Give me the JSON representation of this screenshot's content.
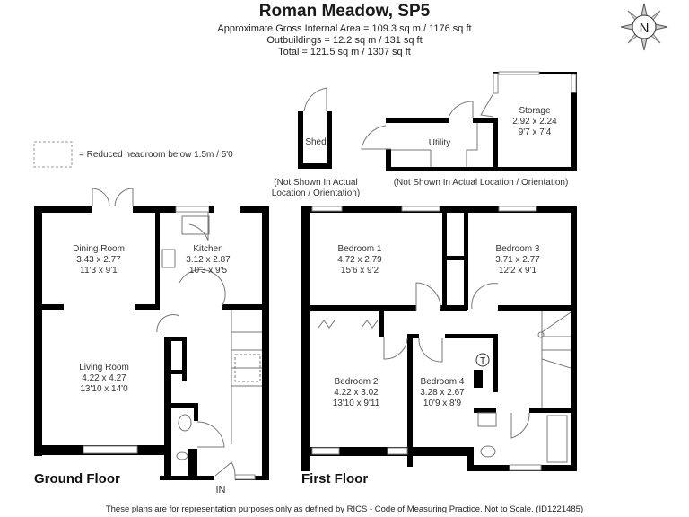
{
  "header": {
    "title": "Roman Meadow, SP5",
    "gross_area": "Approximate Gross Internal Area = 109.3 sq m / 1176 sq ft",
    "outbuildings": "Outbuildings = 12.2 sq m / 131 sq ft",
    "total": "Total = 121.5 sq m / 1307 sq ft"
  },
  "compass": {
    "label": "N"
  },
  "legend": {
    "text": "= Reduced headroom below 1.5m / 5'0"
  },
  "outbuildings": {
    "shed": {
      "name": "Shed",
      "note_line1": "(Not Shown In Actual",
      "note_line2": "Location / Orientation)"
    },
    "utility": {
      "name": "Utility"
    },
    "storage": {
      "name": "Storage",
      "metric": "2.92 x 2.24",
      "imperial": "9'7 x 7'4"
    },
    "note": "(Not Shown In Actual Location / Orientation)"
  },
  "ground_floor": {
    "label": "Ground Floor",
    "entrance": "IN",
    "rooms": [
      {
        "name": "Dining Room",
        "metric": "3.43 x 2.77",
        "imperial": "11'3 x 9'1"
      },
      {
        "name": "Kitchen",
        "metric": "3.12 x 2.87",
        "imperial": "10'3 x 9'5"
      },
      {
        "name": "Living Room",
        "metric": "4.22 x 4.27",
        "imperial": "13'10 x 14'0"
      }
    ]
  },
  "first_floor": {
    "label": "First Floor",
    "cupboard_tag": "T",
    "rooms": [
      {
        "name": "Bedroom 1",
        "metric": "4.72 x 2.79",
        "imperial": "15'6 x 9'2"
      },
      {
        "name": "Bedroom 3",
        "metric": "3.71 x 2.77",
        "imperial": "12'2 x 9'1"
      },
      {
        "name": "Bedroom 2",
        "metric": "4.22 x 3.02",
        "imperial": "13'10 x 9'11"
      },
      {
        "name": "Bedroom 4",
        "metric": "3.28 x 2.67",
        "imperial": "10'9 x 8'9"
      }
    ]
  },
  "footer": {
    "disclaimer": "These plans are for representation purposes only as defined by RICS - Code of Measuring Practice. Not to Scale. (ID1221485)"
  }
}
